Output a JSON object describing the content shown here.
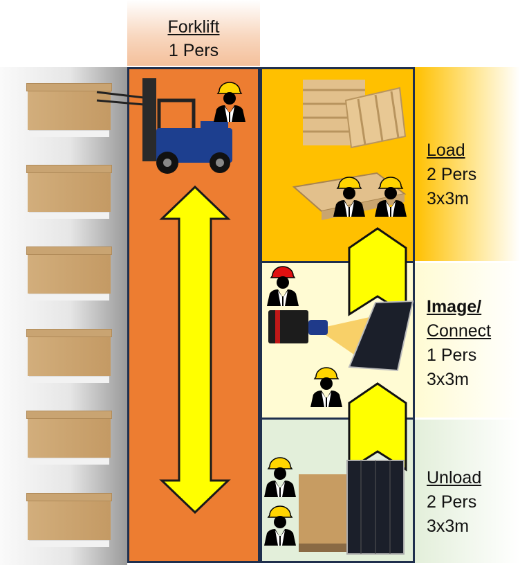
{
  "forklift": {
    "title": "Forklift",
    "persons": "1 Pers"
  },
  "zones": [
    {
      "title": "Load",
      "persons": "2 Pers",
      "size": "3x3m"
    },
    {
      "title": "Image/",
      "title2": "Connect",
      "persons": "1 Pers",
      "size": "3x3m"
    },
    {
      "title": "Unload",
      "persons": "2 Pers",
      "size": "3x3m"
    }
  ],
  "colors": {
    "forklift_lane": "#ed7d31",
    "load": "#ffc000",
    "image": "#fffbd3",
    "unload": "#e3efda",
    "arrow": "#ffff00",
    "border": "#1f2f4d"
  },
  "icons": [
    "worker-icon",
    "forklift-icon",
    "camera-icon",
    "solar-panel-icon",
    "pallet-icon",
    "cardboard-box-icon"
  ]
}
